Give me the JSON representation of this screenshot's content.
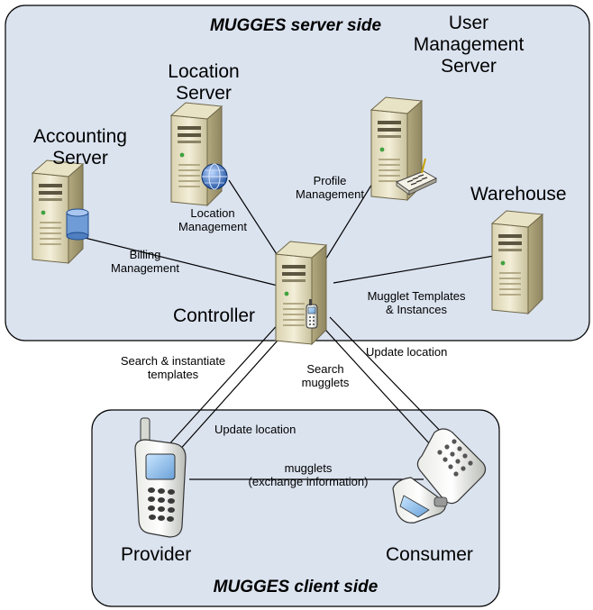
{
  "zones": {
    "server_title": "MUGGES server side",
    "client_title": "MUGGES client side"
  },
  "nodes": {
    "location_server": [
      "Location",
      "Server"
    ],
    "user_management_server": [
      "User",
      "Management",
      "Server"
    ],
    "accounting_server": [
      "Accounting",
      "Server"
    ],
    "warehouse": "Warehouse",
    "controller": "Controller",
    "provider": "Provider",
    "consumer": "Consumer"
  },
  "links": {
    "location_management": [
      "Location",
      "Management"
    ],
    "profile_management": [
      "Profile",
      "Management"
    ],
    "billing_management": [
      "Billing",
      "Management"
    ],
    "mugglet_templates": [
      "Mugglet Templates",
      "& Instances"
    ],
    "search_instantiate": [
      "Search & instantiate",
      "templates"
    ],
    "search_mugglets": [
      "Search",
      "mugglets"
    ],
    "update_location_consumer": "Update location",
    "update_location_provider": "Update location",
    "mugglets_exchange": [
      "mugglets",
      "(exchange information)"
    ]
  }
}
